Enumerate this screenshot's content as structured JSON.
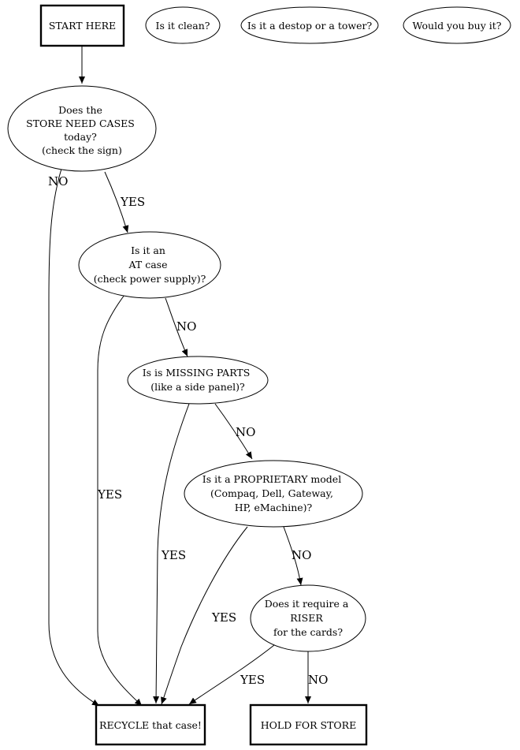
{
  "nodes": {
    "start": {
      "lines": [
        "START HERE"
      ]
    },
    "clean": {
      "lines": [
        "Is it clean?"
      ]
    },
    "desktop": {
      "lines": [
        "Is it a destop or a tower?"
      ]
    },
    "buy": {
      "lines": [
        "Would you buy it?"
      ]
    },
    "need_cases": {
      "lines": [
        "Does the",
        "STORE NEED CASES",
        "today?",
        "(check the sign)"
      ]
    },
    "at_case": {
      "lines": [
        "Is it an",
        "AT case",
        "(check power supply)?"
      ]
    },
    "missing": {
      "lines": [
        "Is is MISSING PARTS",
        "(like a side panel)?"
      ]
    },
    "proprietary": {
      "lines": [
        "Is it a PROPRIETARY model",
        "(Compaq, Dell, Gateway,",
        "HP, eMachine)?"
      ]
    },
    "riser": {
      "lines": [
        "Does it require a",
        "RISER",
        "for the cards?"
      ]
    },
    "recycle": {
      "lines": [
        "RECYCLE that case!"
      ]
    },
    "hold": {
      "lines": [
        "HOLD FOR STORE"
      ]
    }
  },
  "edge_labels": {
    "need_cases_yes": "YES",
    "need_cases_no": "NO",
    "at_case_yes": "YES",
    "at_case_no": "NO",
    "missing_yes": "YES",
    "missing_no": "NO",
    "proprietary_yes": "YES",
    "proprietary_no": "NO",
    "riser_yes": "YES",
    "riser_no": "NO"
  },
  "colors": {
    "stroke": "#000000",
    "fill": "#ffffff",
    "text": "#000000"
  }
}
